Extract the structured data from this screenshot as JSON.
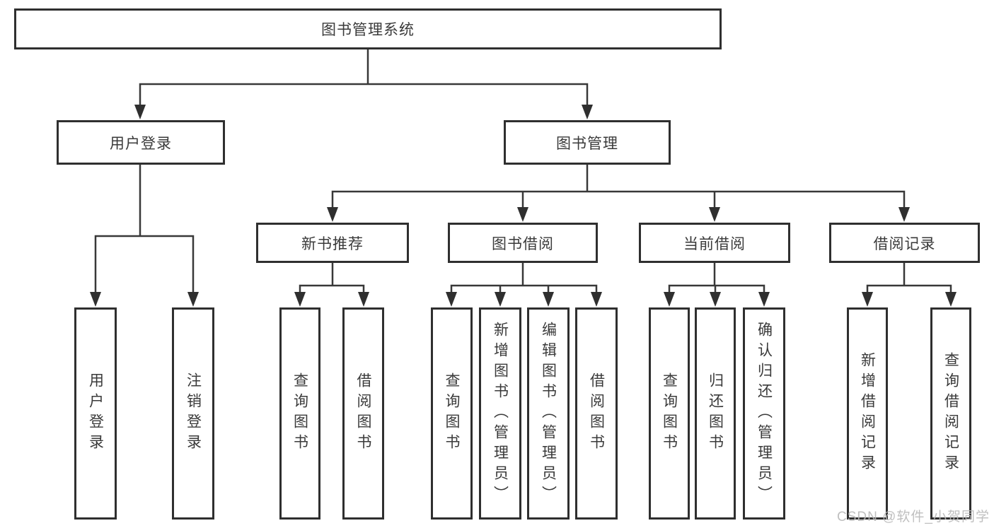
{
  "tree": {
    "label": "图书管理系统",
    "children": [
      {
        "label": "用户登录",
        "children": [
          {
            "label": "用户登录"
          },
          {
            "label": "注销登录"
          }
        ]
      },
      {
        "label": "图书管理",
        "children": [
          {
            "label": "新书推荐",
            "children": [
              {
                "label": "查询图书"
              },
              {
                "label": "借阅图书"
              }
            ]
          },
          {
            "label": "图书借阅",
            "children": [
              {
                "label": "查询图书"
              },
              {
                "label": "新增图书（管理员）"
              },
              {
                "label": "编辑图书（管理员）"
              },
              {
                "label": "借阅图书"
              }
            ]
          },
          {
            "label": "当前借阅",
            "children": [
              {
                "label": "查询图书"
              },
              {
                "label": "归还图书"
              },
              {
                "label": "确认归还（管理员）"
              }
            ]
          },
          {
            "label": "借阅记录",
            "children": [
              {
                "label": "新增借阅记录"
              },
              {
                "label": "查询借阅记录"
              }
            ]
          }
        ]
      }
    ]
  },
  "watermark": "CSDN @软件_小贺同学",
  "colors": {
    "line": "#383838",
    "border": "#2f2f2f",
    "text": "#3a3a3a",
    "watermark": "#b9b9b9"
  }
}
